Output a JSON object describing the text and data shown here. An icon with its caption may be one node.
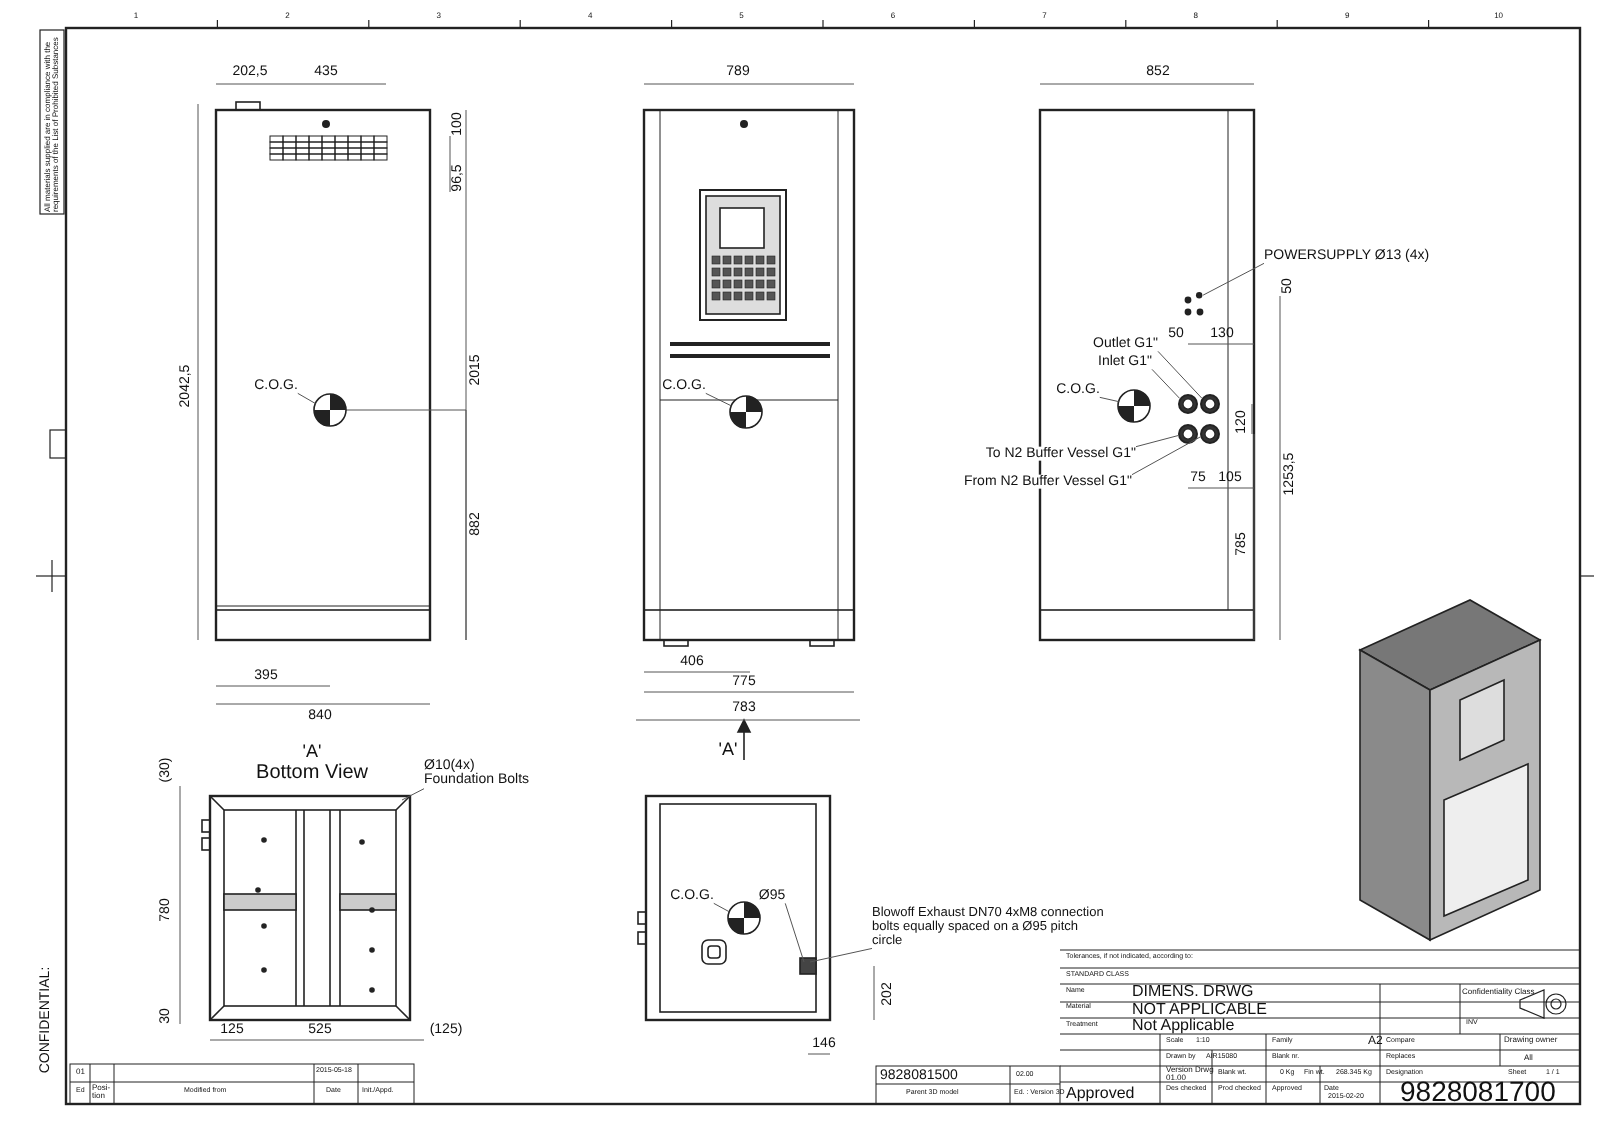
{
  "diagram": {
    "nodes": [
      {
        "text": [
          "C.O.G."
        ]
      },
      {
        "text": [],
        "shape": "circle"
      },
      {
        "text": [
          "C.O.G."
        ]
      },
      {
        "text": [],
        "shape": "circle"
      },
      {
        "text": [
          "C.O.G."
        ]
      },
      {
        "text": [],
        "shape": "circle"
      },
      {
        "text": [
          "Outlet G1\""
        ]
      },
      {
        "text": [
          "Inlet G1\""
        ]
      },
      {
        "text": [
          "To N2 Buffer Vessel G1\""
        ]
      },
      {
        "text": [
          "From N2 Buffer Vessel G1\""
        ]
      },
      {
        "text": [],
        "shape": "circle"
      },
      {
        "text": [],
        "shape": "circle"
      },
      {
        "text": [],
        "shape": "circle"
      },
      {
        "text": [],
        "shape": "circle"
      },
      {
        "text": [
          "POWERSUPPLY Ø13 (4x)"
        ]
      },
      {
        "text": [
          "Ø10(4x) Foundation Bolts"
        ]
      },
      {
        "text": [
          "C.O.G."
        ]
      },
      {
        "text": [],
        "shape": "circle"
      },
      {
        "text": [
          "Blowoff Exhaust DN70 4xM8 connection bolts equally spaced on a Ø95 pitch circle"
        ]
      },
      {
        "text": [
          "Ø95"
        ]
      },
      {
        "text": [],
        "shape": "circle"
      }
    ],
    "edges": [
      {
        "from": 0,
        "to": 1,
        "arrow": "none"
      },
      {
        "from": 2,
        "to": 3,
        "arrow": "none"
      },
      {
        "from": 4,
        "to": 5,
        "arrow": "none"
      },
      {
        "from": 6,
        "to": 11,
        "arrow": "none"
      },
      {
        "from": 7,
        "to": 10,
        "arrow": "none"
      },
      {
        "from": 8,
        "to": 12,
        "arrow": "none"
      },
      {
        "from": 9,
        "to": 13,
        "arrow": "none"
      },
      {
        "from": 14,
        "to": 20,
        "arrow": "none"
      },
      {
        "from": 15,
        "to": null,
        "arrow": "none"
      },
      {
        "from": 16,
        "to": 17,
        "arrow": "none"
      },
      {
        "from": 18,
        "to": null,
        "arrow": "none"
      },
      {
        "from": 19,
        "to": null,
        "arrow": "none"
      }
    ],
    "labels": [
      "All materials supplied are in compliance with the requirements of the List of Prohibited Substances",
      "1",
      "2",
      "3",
      "4",
      "5",
      "6",
      "7",
      "8",
      "9",
      "10",
      "202,5",
      "435",
      "100",
      "96,5",
      "2042,5",
      "2015",
      "882",
      "395",
      "840",
      "789",
      "406",
      "775",
      "783",
      "'A'",
      "852",
      "50",
      "50",
      "130",
      "120",
      "75",
      "105",
      "1253,5",
      "785",
      "'A'",
      "Bottom View",
      "(30)",
      "780",
      "30",
      "125",
      "525",
      "(125)",
      "202",
      "146",
      "CONFIDENTIAL:",
      "01",
      "2015-05-18",
      "Ed",
      "Posi-tion",
      "Modified from",
      "Date",
      "Init./Appd.",
      "9828081500",
      "02.00",
      "Parent 3D model",
      "Ed. : Version 3D",
      "Tolerances, if not indicated, according to:",
      "STANDARD CLASS",
      "Name",
      "DIMENS. DRWG",
      "Confidentiality Class",
      "INV",
      "Material",
      "NOT APPLICABLE",
      "Treatment",
      "Not Applicable",
      "Scale",
      "1:10",
      "Family",
      "A2",
      "Compare",
      "Drawing owner",
      "Drawn by",
      "AIR15080",
      "Blank nr.",
      "Replaces",
      "All",
      "Version Drwg 01.00",
      "Blank wt.",
      "0 Kg",
      "Fin wt.",
      "268.345 Kg",
      "Designation",
      "Sheet",
      "1 / 1",
      "Approved",
      "Des checked",
      "Prod checked",
      "Approved",
      "Date",
      "2015-02-20",
      "9828081700"
    ]
  }
}
